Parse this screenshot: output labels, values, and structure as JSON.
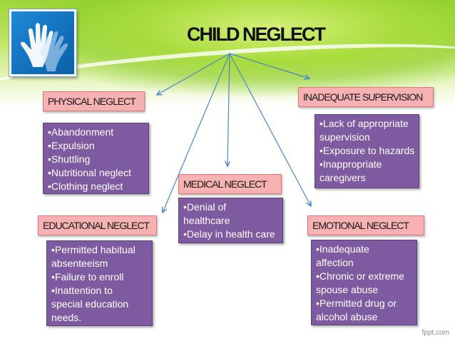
{
  "title": "CHILD NEGLECT",
  "categories": [
    {
      "key": "physical",
      "heading": "PHYSICAL NEGLECT",
      "items": [
        "•Abandonment",
        "•Expulsion",
        "•Shuttling",
        "•Nutritional neglect",
        "•Clothing neglect"
      ]
    },
    {
      "key": "supervision",
      "heading": "INADEQUATE SUPERVISION",
      "items": [
        "•Lack of appropriate",
        "supervision",
        "•Exposure to hazards",
        "•Inappropriate",
        "caregivers"
      ]
    },
    {
      "key": "medical",
      "heading": "MEDICAL NEGLECT",
      "items": [
        "•Denial of",
        "healthcare",
        "•Delay in health care"
      ]
    },
    {
      "key": "educational",
      "heading": "EDUCATIONAL NEGLECT",
      "items": [
        "•Permitted habitual",
        "absenteeism",
        "•Failure to enroll",
        "•Inattention to",
        "special education",
        "needs."
      ]
    },
    {
      "key": "emotional",
      "heading": "EMOTIONAL NEGLECT",
      "items": [
        "•Inadequate",
        "affection",
        "•Chronic or extreme",
        "spouse abuse",
        "•Permitted drug or",
        "alcohol abuse"
      ]
    }
  ],
  "watermark": "fppt.com",
  "colors": {
    "heading_bg": "#f6b2b2",
    "box_bg": "#7e5aa0",
    "arrow": "#4a86c8"
  },
  "icons": {
    "logo": "hands-icon"
  }
}
